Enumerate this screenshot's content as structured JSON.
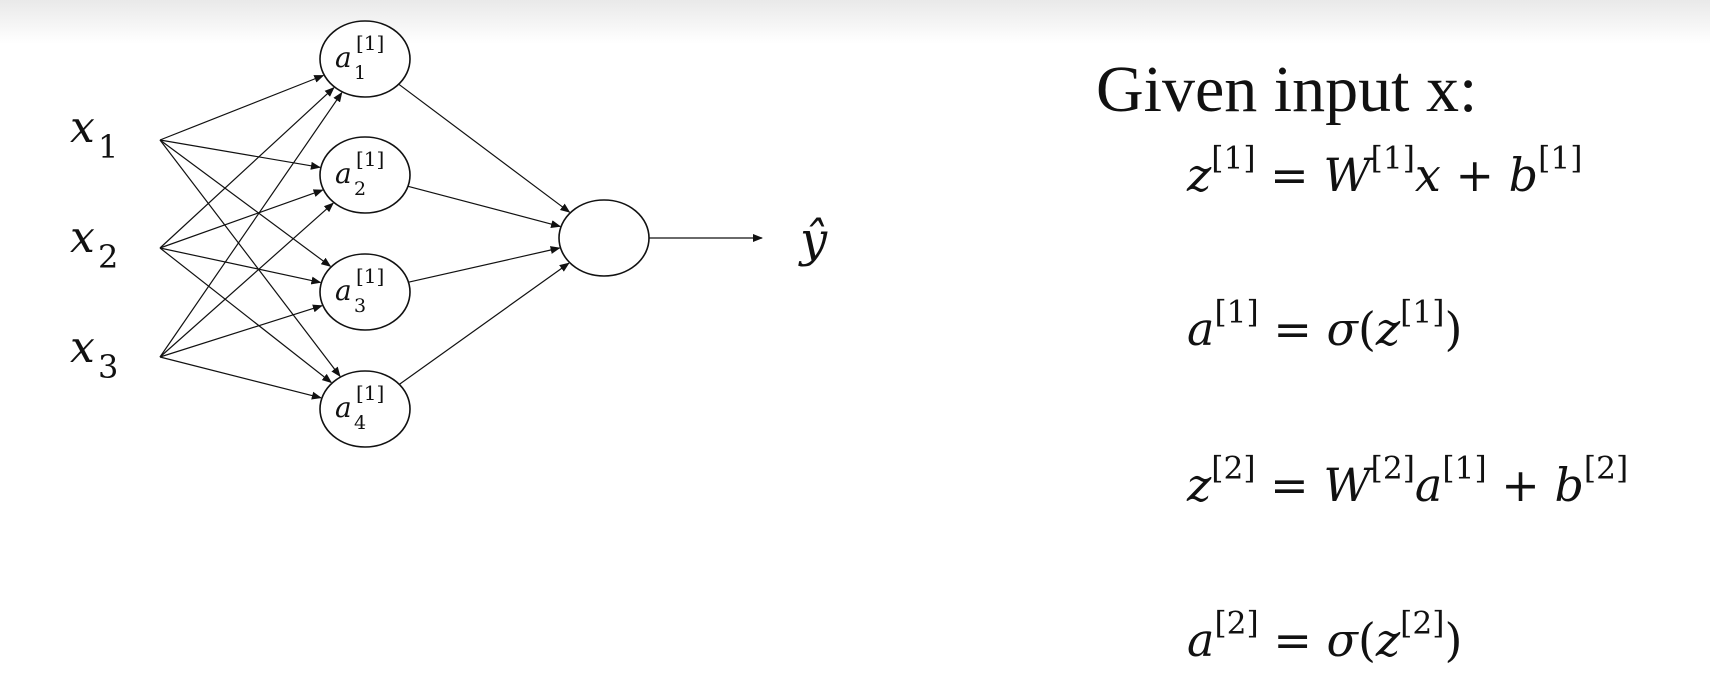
{
  "network": {
    "inputs": [
      {
        "base": "x",
        "sub": "1"
      },
      {
        "base": "x",
        "sub": "2"
      },
      {
        "base": "x",
        "sub": "3"
      }
    ],
    "hidden_units": [
      {
        "base": "a",
        "sup": "[1]",
        "sub": "1"
      },
      {
        "base": "a",
        "sup": "[1]",
        "sub": "2"
      },
      {
        "base": "a",
        "sup": "[1]",
        "sub": "3"
      },
      {
        "base": "a",
        "sup": "[1]",
        "sub": "4"
      }
    ],
    "output_label": "ŷ"
  },
  "heading": "Given input x:",
  "equations": [
    {
      "lhs": "z",
      "lhs_sup": "[1]",
      "eq": " = ",
      "t1": "W",
      "t1_sup": "[1]",
      "t2": "x",
      "plus": " + ",
      "t3": "b",
      "t3_sup": "[1]"
    },
    {
      "lhs": "a",
      "lhs_sup": "[1]",
      "eq": " = ",
      "fn": "σ",
      "lp": "(",
      "arg": "z",
      "arg_sup": "[1]",
      "rp": ")"
    },
    {
      "lhs": "z",
      "lhs_sup": "[2]",
      "eq": " = ",
      "t1": "W",
      "t1_sup": "[2]",
      "t2": "a",
      "t2_sup": "[1]",
      "plus": " + ",
      "t3": "b",
      "t3_sup": "[2]"
    },
    {
      "lhs": "a",
      "lhs_sup": "[2]",
      "eq": " = ",
      "fn": "σ",
      "lp": "(",
      "arg": "z",
      "arg_sup": "[2]",
      "rp": ")"
    }
  ]
}
